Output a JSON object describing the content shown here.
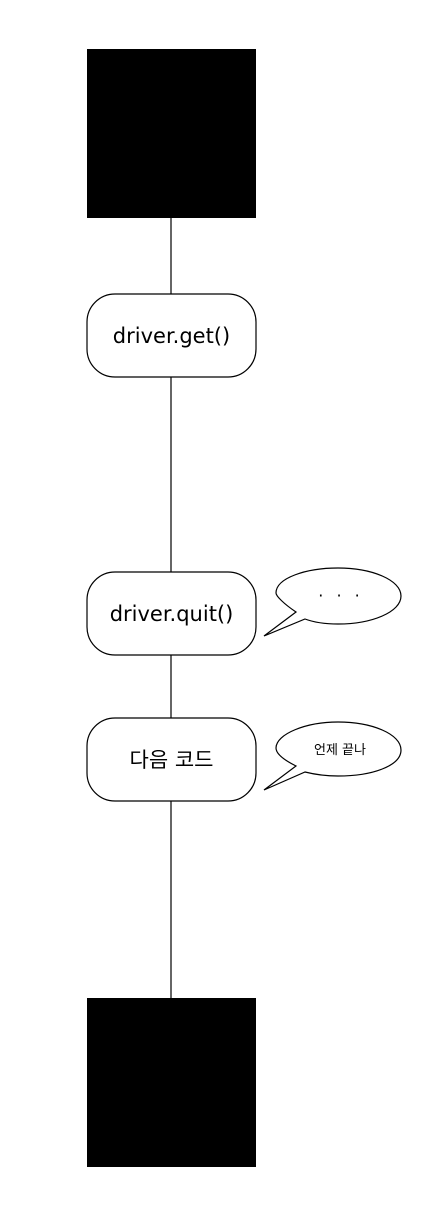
{
  "diagram": {
    "nodes": {
      "get": "driver.get()",
      "quit": "driver.quit()",
      "next": "다음 코드"
    },
    "bubbles": {
      "quit_thought": "· · ·",
      "next_thought": "언제 끝나"
    }
  },
  "colors": {
    "stroke": "#000000",
    "terminal_fill": "#000000",
    "node_fill": "#ffffff",
    "background": "#ffffff"
  }
}
